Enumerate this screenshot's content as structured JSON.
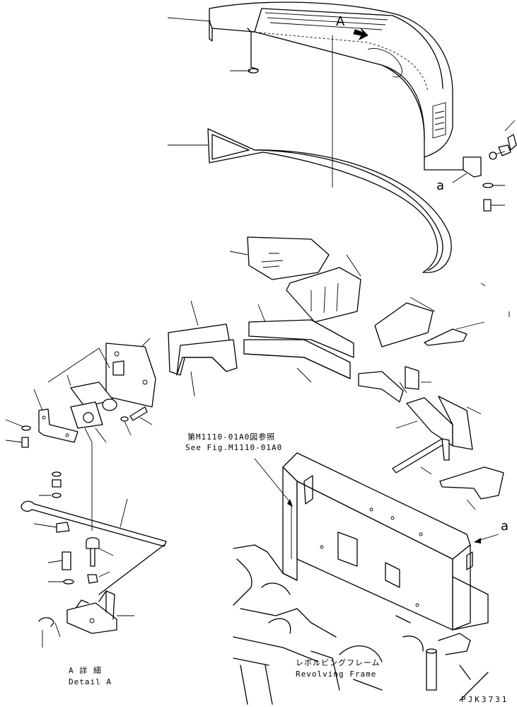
{
  "detail_marker": "A",
  "reference": {
    "line_jp": "第M1110-01A0図参照",
    "line_en": "See Fig.M1110-01A0"
  },
  "revolving_frame": {
    "label_jp": "レボルビングフレーム",
    "label_en": "Revolving Frame"
  },
  "detail": {
    "label_jp": "A 詳 細",
    "label_en": "Detail A"
  },
  "connection_marks": {
    "upper": "a",
    "lower": "a"
  },
  "drawing_code": "PJK3731"
}
